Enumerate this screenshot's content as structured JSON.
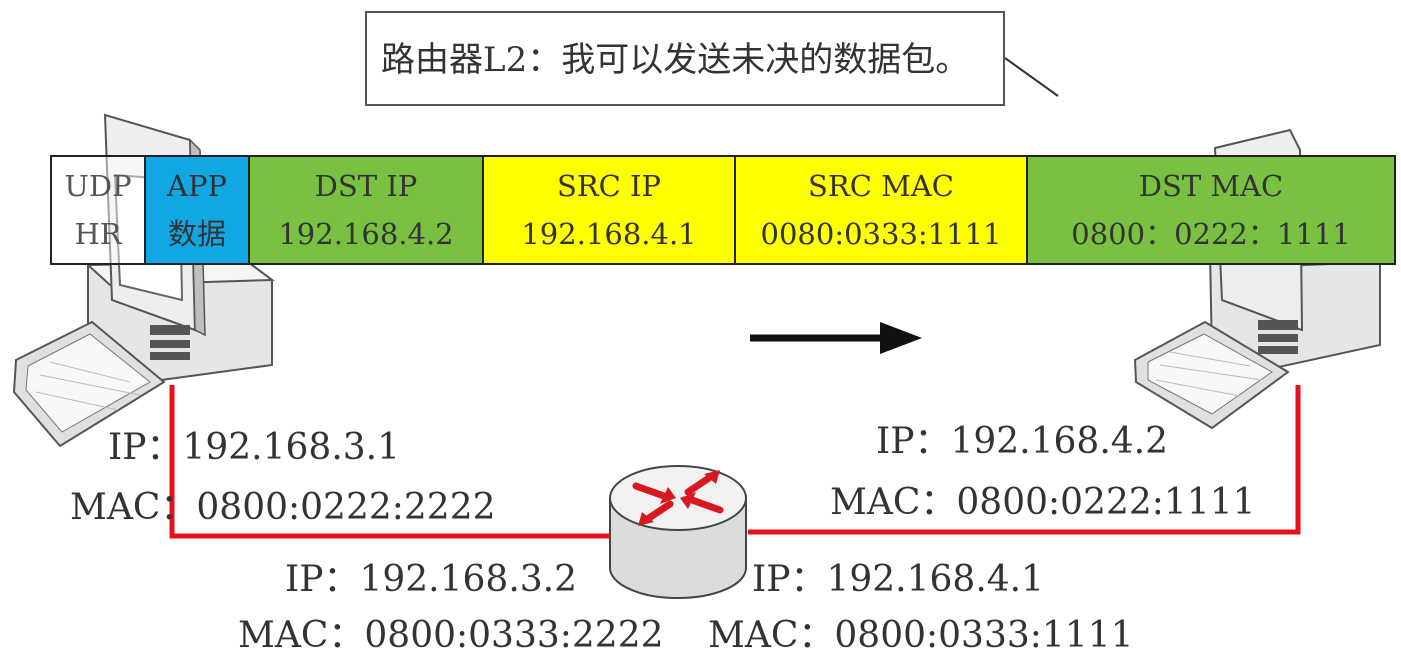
{
  "callout": {
    "text": "路由器L2：我可以发送未决的数据包。"
  },
  "packet": {
    "cells": [
      {
        "line1": "UDP",
        "line2": "HR"
      },
      {
        "line1": "APP",
        "line2": "数据",
        "color": "#10a7e4"
      },
      {
        "line1": "DST IP",
        "line2": "192.168.4.2",
        "color": "#7ac142"
      },
      {
        "line1": "SRC IP",
        "line2": "192.168.4.1",
        "color": "#ffff00"
      },
      {
        "line1": "SRC MAC",
        "line2": "0080:0333:1111",
        "color": "#ffff00"
      },
      {
        "line1": "DST MAC",
        "line2": "0800：0222：1111",
        "color": "#7ac142"
      }
    ]
  },
  "hosts": {
    "left": {
      "ip": "IP：192.168.3.1",
      "mac": "MAC：0800:0222:2222",
      "icon": "computer-icon"
    },
    "right": {
      "ip": "IP：192.168.4.2",
      "mac": "MAC：0800:0222:1111",
      "icon": "computer-icon"
    }
  },
  "router": {
    "icon": "router-icon",
    "left_port": {
      "ip": "IP：192.168.3.2",
      "mac": "MAC：0800:0333:2222"
    },
    "right_port": {
      "ip": "IP：192.168.4.1",
      "mac": "MAC：0800:0333:1111"
    }
  },
  "colors": {
    "link": "#e8101b",
    "router_arrows": "#d7191f"
  }
}
